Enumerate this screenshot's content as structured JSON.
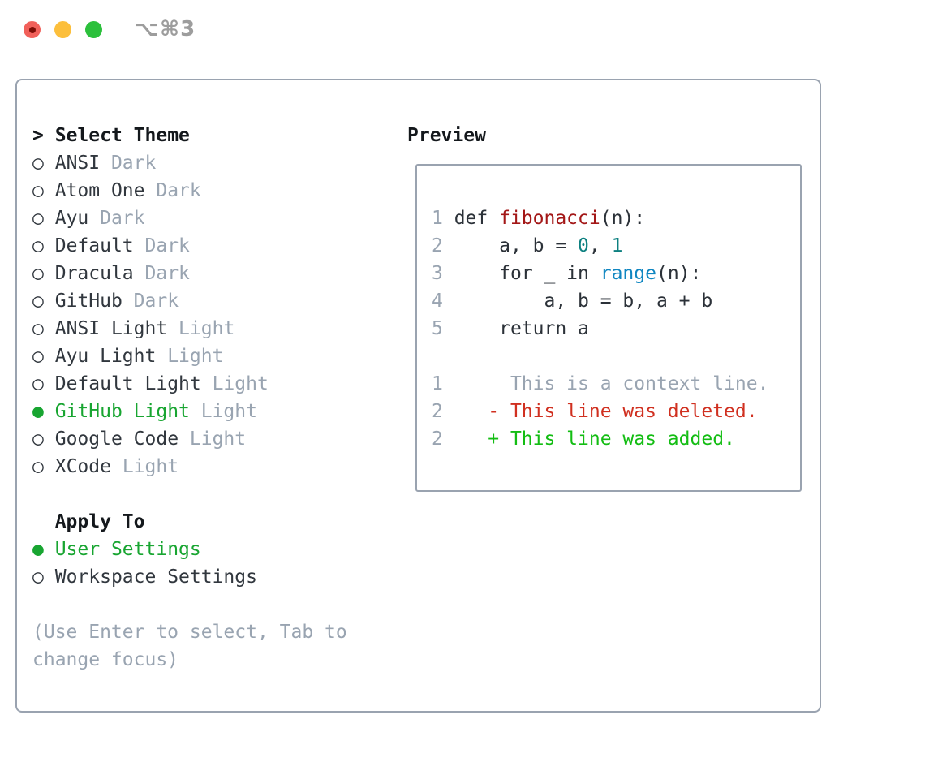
{
  "titlebar": {
    "title": "⌥⌘3"
  },
  "icons": {
    "radio_unselected": "○",
    "radio_selected": "●",
    "prompt": ">"
  },
  "colors": {
    "selected_green": "#18a531",
    "added_green": "#13bd13",
    "deleted_red": "#d03020",
    "function_red": "#a31717",
    "number_teal": "#0d8080",
    "builtin_blue": "#0f86c1",
    "muted_gray": "#99a4b1",
    "text_dark": "#2b3138",
    "panel_border": "#9aa3b0",
    "traffic_red": "#f1605a",
    "traffic_yellow": "#fcbf3c",
    "traffic_green": "#2cc03c"
  },
  "left": {
    "prompt": ">",
    "title": "Select Theme",
    "themes": [
      {
        "name": "ANSI",
        "variant": "Dark",
        "selected": false
      },
      {
        "name": "Atom One",
        "variant": "Dark",
        "selected": false
      },
      {
        "name": "Ayu",
        "variant": "Dark",
        "selected": false
      },
      {
        "name": "Default",
        "variant": "Dark",
        "selected": false
      },
      {
        "name": "Dracula",
        "variant": "Dark",
        "selected": false
      },
      {
        "name": "GitHub",
        "variant": "Dark",
        "selected": false
      },
      {
        "name": "ANSI Light",
        "variant": "Light",
        "selected": false
      },
      {
        "name": "Ayu Light",
        "variant": "Light",
        "selected": false
      },
      {
        "name": "Default Light",
        "variant": "Light",
        "selected": false
      },
      {
        "name": "GitHub Light",
        "variant": "Light",
        "selected": true
      },
      {
        "name": "Google Code",
        "variant": "Light",
        "selected": false
      },
      {
        "name": "XCode",
        "variant": "Light",
        "selected": false
      }
    ],
    "apply_title": "Apply To",
    "apply_options": [
      {
        "name": "User Settings",
        "selected": true
      },
      {
        "name": "Workspace Settings",
        "selected": false
      }
    ],
    "hint_lines": [
      "(Use Enter to select, Tab to",
      "change focus)"
    ]
  },
  "preview": {
    "title": "Preview",
    "lines": [
      {
        "no": "1",
        "segs": [
          [
            "def ",
            "code"
          ],
          [
            "fibonacci",
            "fn"
          ],
          [
            "(n):",
            "code"
          ]
        ]
      },
      {
        "no": "2",
        "segs": [
          [
            "    a, b = ",
            "code"
          ],
          [
            "0",
            "num"
          ],
          [
            ", ",
            "code"
          ],
          [
            "1",
            "num"
          ]
        ]
      },
      {
        "no": "3",
        "segs": [
          [
            "    for _ in ",
            "code"
          ],
          [
            "range",
            "builtin"
          ],
          [
            "(n):",
            "code"
          ]
        ]
      },
      {
        "no": "4",
        "segs": [
          [
            "        a, b = b, a + b",
            "code"
          ]
        ]
      },
      {
        "no": "5",
        "segs": [
          [
            "    return a",
            "code"
          ]
        ]
      },
      {
        "no": "",
        "segs": []
      },
      {
        "no": "1",
        "segs": [
          [
            "     This is a context line.",
            "ctx"
          ]
        ]
      },
      {
        "no": "2",
        "segs": [
          [
            "   - This line was deleted.",
            "del"
          ]
        ]
      },
      {
        "no": "2",
        "segs": [
          [
            "   + This line was added.",
            "add"
          ]
        ]
      }
    ]
  }
}
